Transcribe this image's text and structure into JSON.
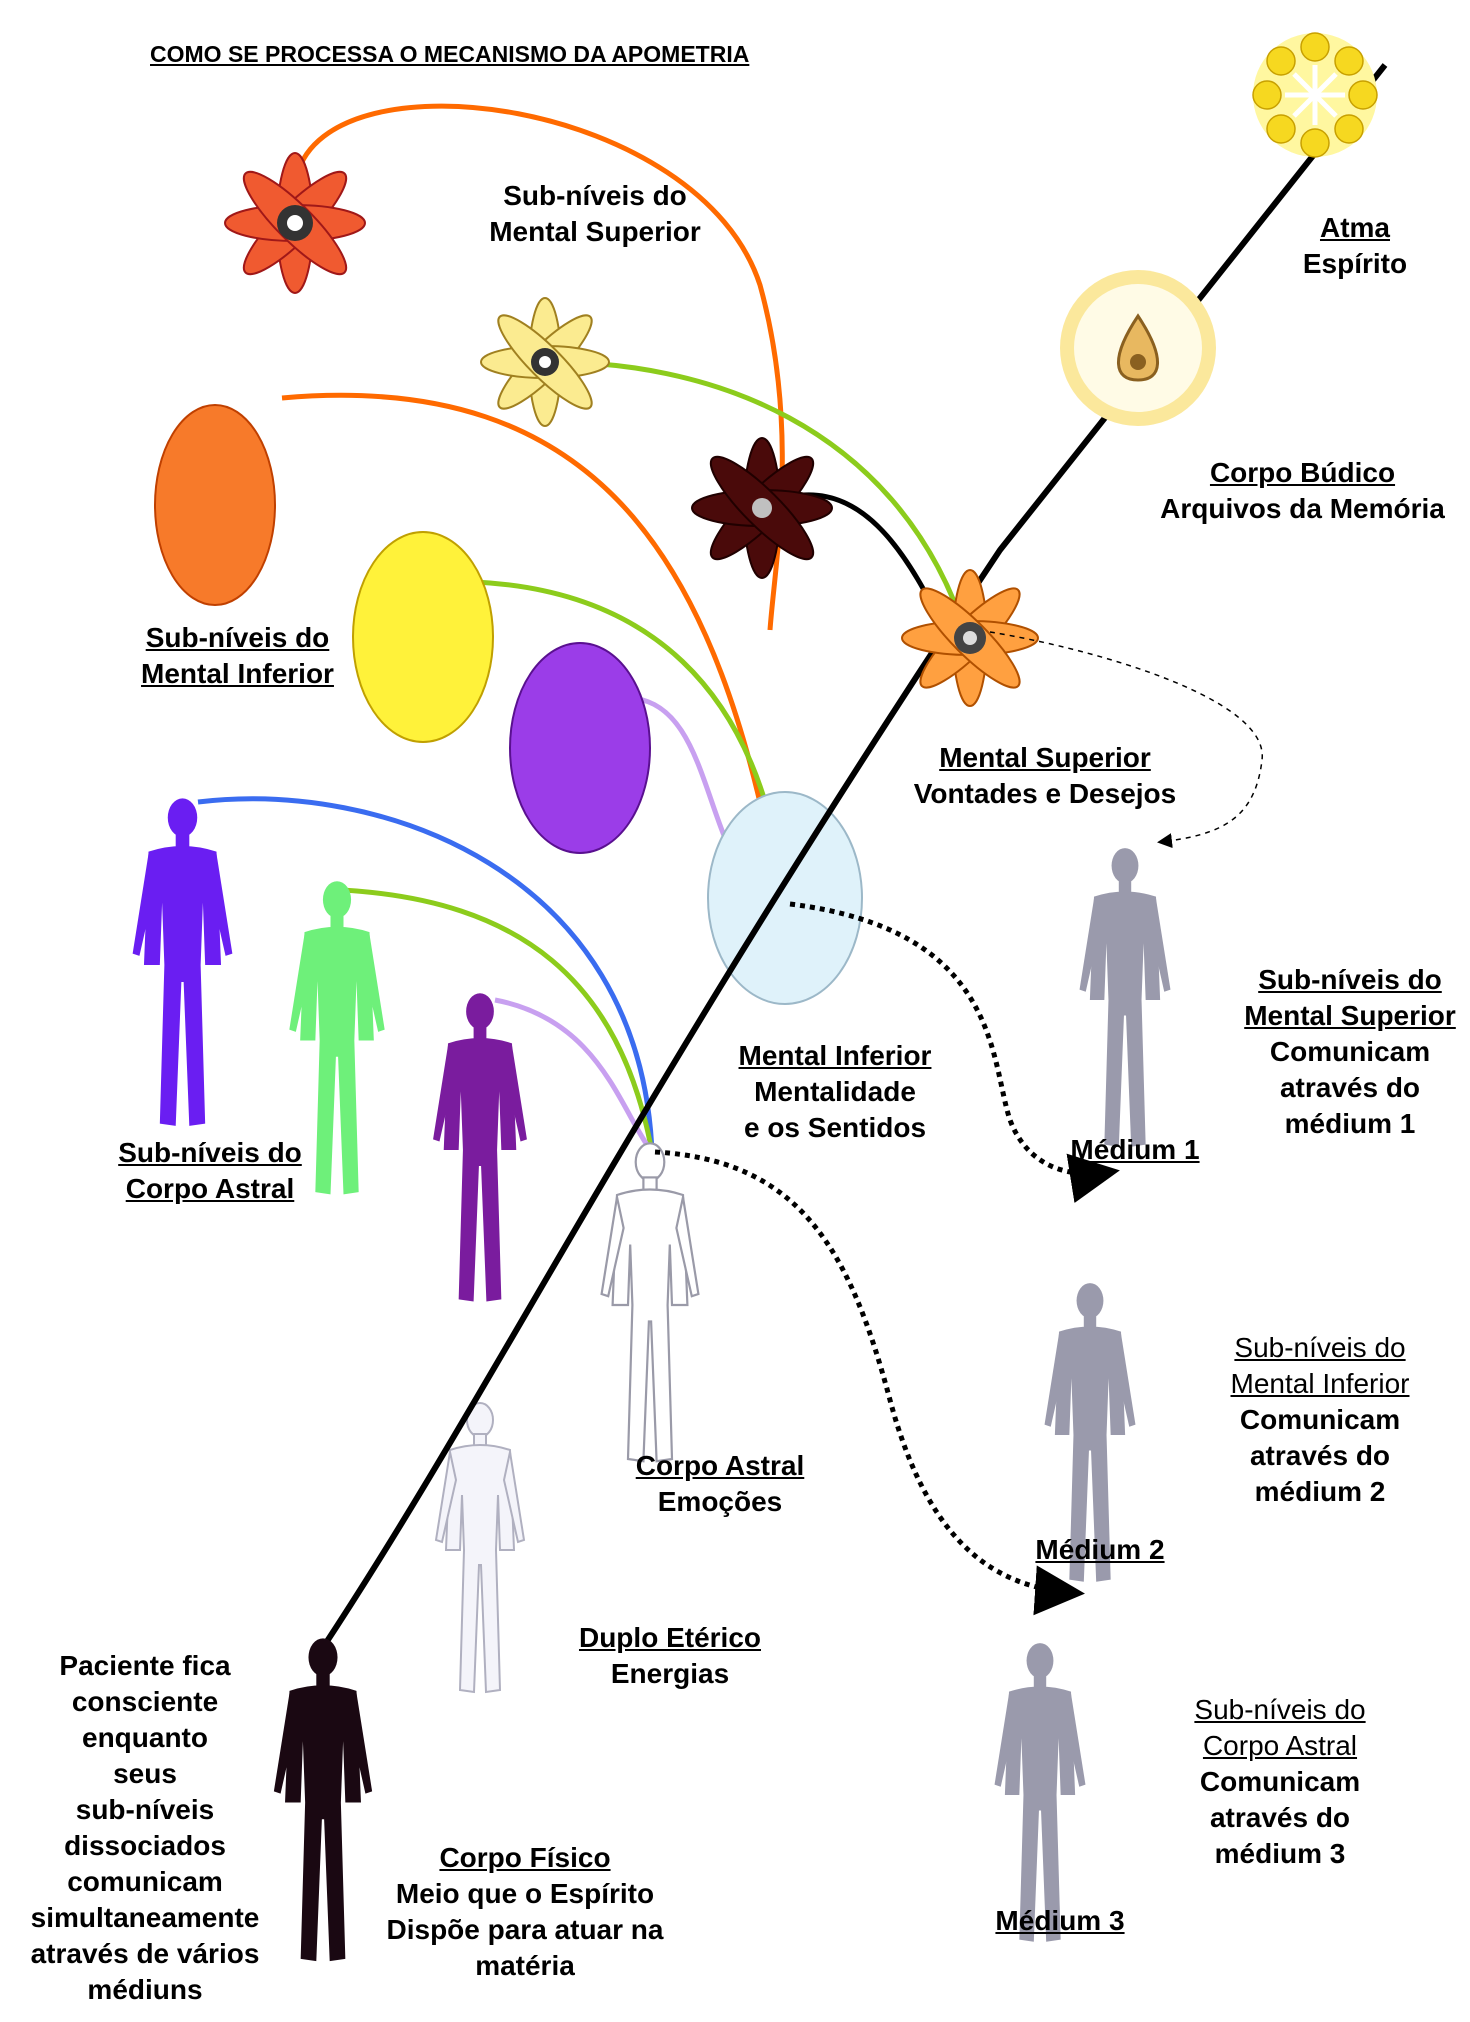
{
  "title": "COMO SE PROCESSA  O MECANISMO DA APOMETRIA",
  "labels": {
    "atma": {
      "line1": "Atma",
      "line2": "Espírito"
    },
    "budico": {
      "line1": "Corpo Búdico",
      "line2": "Arquivos da Memória"
    },
    "mental_superior": {
      "line1": "Mental Superior",
      "line2": "Vontades e  Desejos"
    },
    "sub_mental_superior_top": {
      "line1": "Sub-níveis do",
      "line2": "Mental Superior"
    },
    "sub_mental_inferior_left": {
      "line1": "Sub-níveis do",
      "line2": "Mental Inferior"
    },
    "mental_inferior": {
      "line1": "Mental Inferior",
      "line2": "Mentalidade",
      "line3": "e os Sentidos"
    },
    "sub_astral_left": {
      "line1": "Sub-níveis do",
      "line2": "Corpo Astral"
    },
    "corpo_astral": {
      "line1": "Corpo Astral",
      "line2": "Emoções"
    },
    "duplo_eterico": {
      "line1": "Duplo Etérico",
      "line2": "Energias"
    },
    "corpo_fisico": {
      "line1": "Corpo Físico",
      "line2": "Meio que o Espírito",
      "line3": "Dispõe para atuar na",
      "line4": "matéria"
    },
    "paciente": [
      "Paciente fica",
      "consciente",
      "enquanto",
      "seus",
      "sub-níveis",
      "dissociados",
      "comunicam",
      "simultaneamente",
      "através de vários",
      "médiuns"
    ],
    "medium1": {
      "name": "Médium 1",
      "head1": "Sub-níveis do",
      "head2": "Mental Superior",
      "l1": "Comunicam",
      "l2": "através do",
      "l3": "médium 1"
    },
    "medium2": {
      "name": "Médium 2",
      "head1": "Sub-níveis do",
      "head2": "Mental Inferior",
      "l1": "Comunicam",
      "l2": "através do",
      "l3": "médium 2"
    },
    "medium3": {
      "name": "Médium 3",
      "head1": "Sub-níveis do",
      "head2": "Corpo Astral",
      "l1": "Comunicam",
      "l2": "através do",
      "l3": "médium 3"
    }
  },
  "colors": {
    "orange": "#ff6a00",
    "green": "#8ccc1c",
    "blue": "#3a6cf0",
    "lilac": "#c8a0f0",
    "flower_red": "#f05a30",
    "flower_yellow": "#fbeb90",
    "flower_dark": "#4a0a0a",
    "flower_orange": "#ffa040",
    "oval_orange": "#f77a2a",
    "oval_yellow": "#fff23a",
    "oval_purple": "#9b3de8",
    "oval_lightblue": "#dff2fa",
    "figure_purple": "#6a1ef2",
    "figure_green": "#6ef07a",
    "figure_violet": "#7a1c9e",
    "figure_grey": "#9a9aac",
    "figure_black": "#1a0812"
  }
}
